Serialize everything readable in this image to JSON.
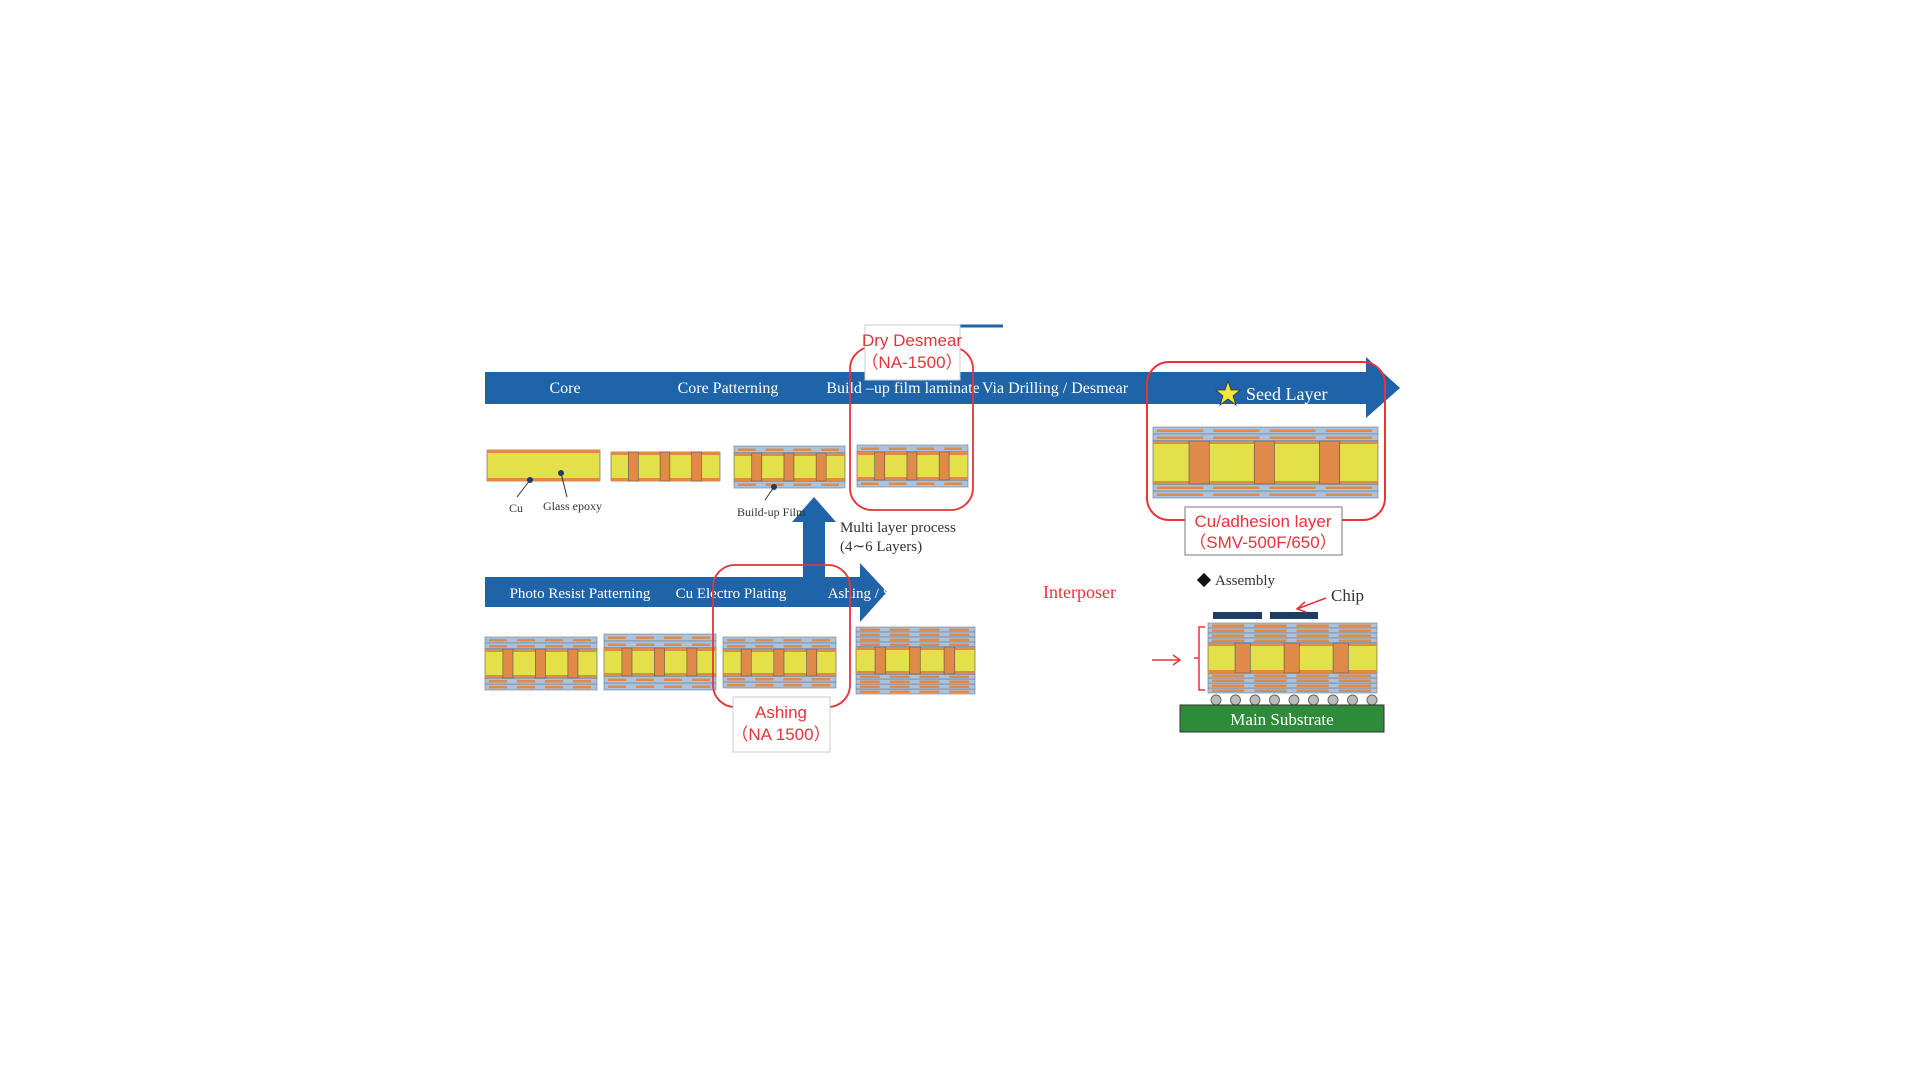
{
  "top_flow": {
    "steps": [
      "Core",
      "Core Patterning",
      "Build –up film laminate",
      "Via  Drilling / Desmear"
    ],
    "seed_layer": "Seed Layer"
  },
  "bottom_flow": {
    "steps": [
      "Photo Resist Patterning",
      "Cu Electro Plating",
      "Ashing / Seed Etching"
    ]
  },
  "labels": {
    "cu": "Cu",
    "glass_epoxy": "Glass epoxy",
    "buildup_film": "Build-up Film",
    "multi_layer_1": "Multi layer process",
    "multi_layer_2": "(4∼6 Layers)",
    "interposer": "Interposer",
    "assembly": "Assembly",
    "chip": "Chip",
    "main_substrate": "Main Substrate"
  },
  "callouts": {
    "dry_desmear": [
      "Dry Desmear",
      "（NA-1500）"
    ],
    "ashing": [
      "Ashing",
      "（NA 1500）"
    ],
    "seed": [
      "Cu/adhesion layer",
      "（SMV-500F/650）"
    ]
  },
  "colors": {
    "flow_blue": "#1f63a8",
    "callout_red": "#e8333a",
    "core_yellow": "#e3e04a",
    "copper": "#e08a4a",
    "film_blue": "#a9c3dc",
    "substrate_green": "#2e8b3a"
  }
}
